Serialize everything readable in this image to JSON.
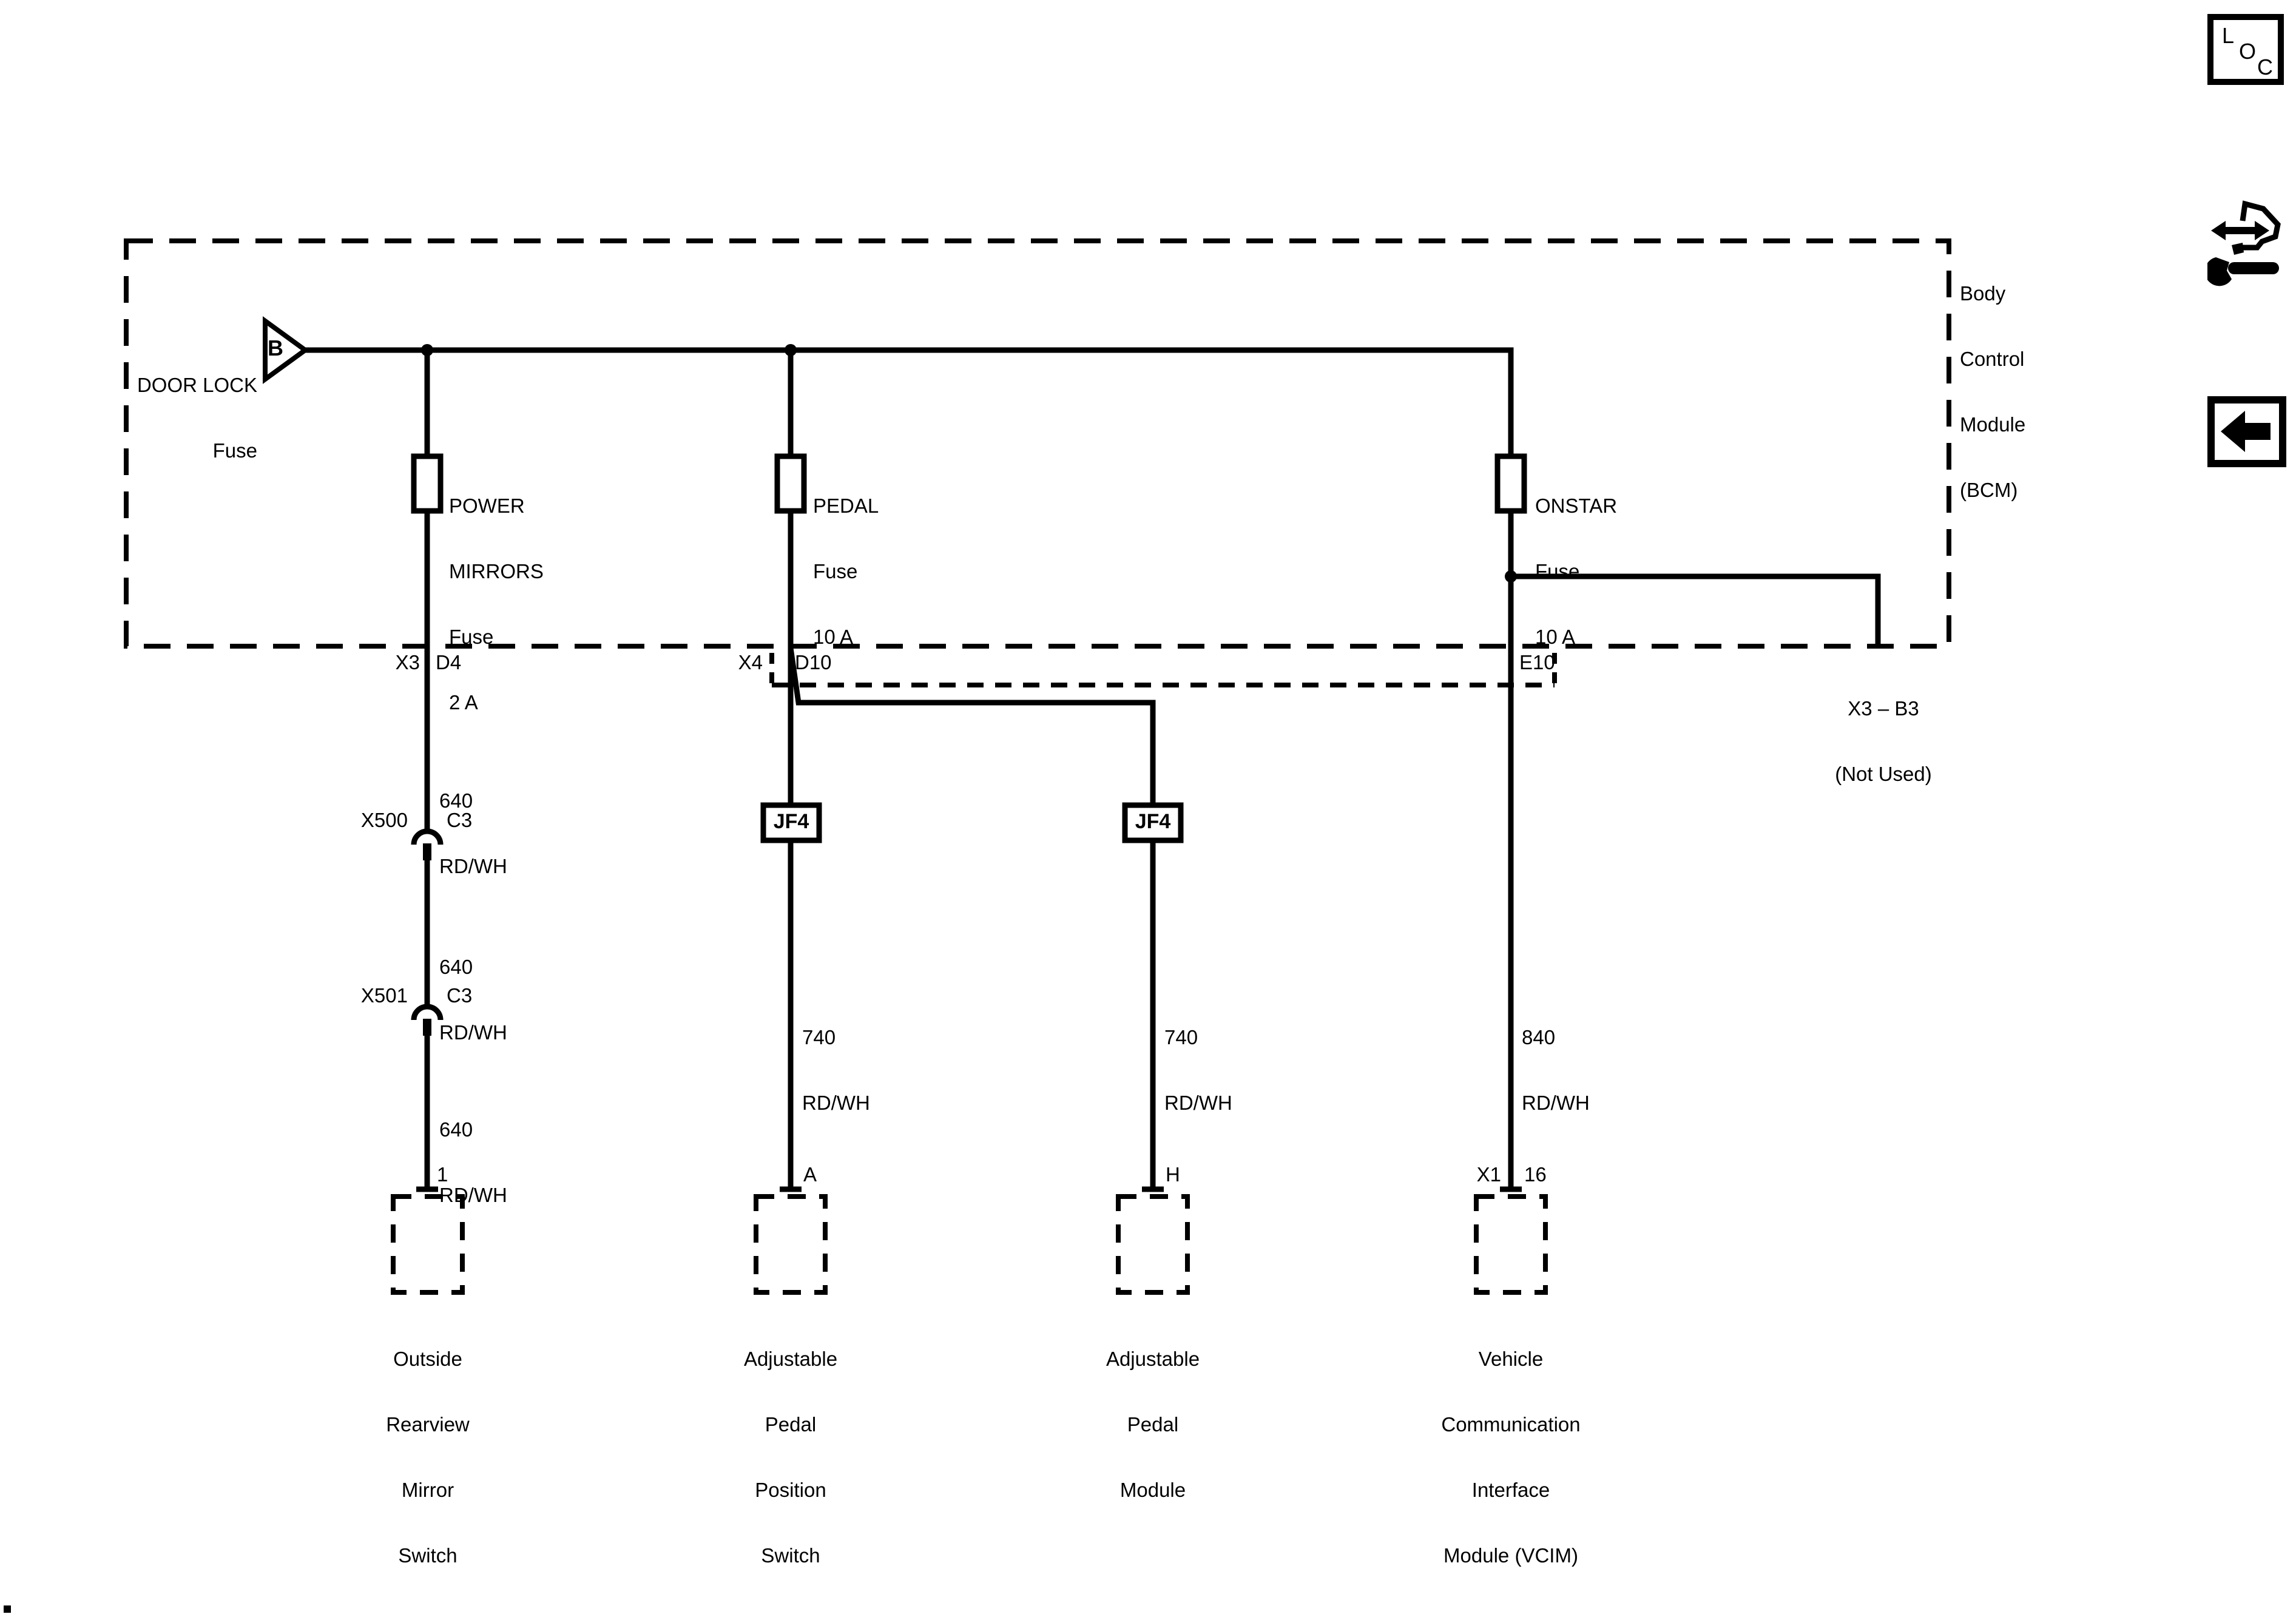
{
  "colors": {
    "line": "#000000",
    "background": "#ffffff"
  },
  "bcm": {
    "line1": "Body",
    "line2": "Control",
    "line3": "Module",
    "line4": "(BCM)"
  },
  "door_lock": {
    "line1": "DOOR LOCK",
    "line2": "Fuse",
    "pin": "B"
  },
  "fuses": {
    "mirrors": {
      "l1": "POWER",
      "l2": "MIRRORS",
      "l3": "Fuse",
      "l4": "2 A"
    },
    "pedal": {
      "l1": "PEDAL",
      "l2": "Fuse",
      "l3": "10 A"
    },
    "onstar": {
      "l1": "ONSTAR",
      "l2": "Fuse",
      "l3": "10 A"
    }
  },
  "pins": {
    "d4": {
      "conn": "X3",
      "pin": "D4"
    },
    "d10": {
      "conn": "X4",
      "pin": "D10"
    },
    "e10": {
      "pin": "E10"
    },
    "b3": {
      "line1": "X3 – B3",
      "line2": "(Not Used)"
    },
    "x500": {
      "conn": "X500",
      "pin": "C3"
    },
    "x501": {
      "conn": "X501",
      "pin": "C3"
    },
    "jf4_left": "JF4",
    "jf4_right": "JF4",
    "t1": "1",
    "ta": "A",
    "th": "H",
    "x1": {
      "conn": "X1",
      "pin": "16"
    }
  },
  "wires": {
    "w640_1": {
      "l1": "640",
      "l2": "RD/WH"
    },
    "w640_2": {
      "l1": "640",
      "l2": "RD/WH"
    },
    "w640_3": {
      "l1": "640",
      "l2": "RD/WH"
    },
    "w740_1": {
      "l1": "740",
      "l2": "RD/WH"
    },
    "w740_2": {
      "l1": "740",
      "l2": "RD/WH"
    },
    "w840": {
      "l1": "840",
      "l2": "RD/WH"
    }
  },
  "components": {
    "mirror_switch": {
      "l1": "Outside",
      "l2": "Rearview",
      "l3": "Mirror",
      "l4": "Switch"
    },
    "pedal_position_switch": {
      "l1": "Adjustable",
      "l2": "Pedal",
      "l3": "Position",
      "l4": "Switch"
    },
    "pedal_module": {
      "l1": "Adjustable",
      "l2": "Pedal",
      "l3": "Module"
    },
    "vcim": {
      "l1": "Vehicle",
      "l2": "Communication",
      "l3": "Interface",
      "l4": "Module (VCIM)"
    }
  },
  "icons": {
    "loc": {
      "l": "L",
      "o": "O",
      "c": "C"
    }
  }
}
